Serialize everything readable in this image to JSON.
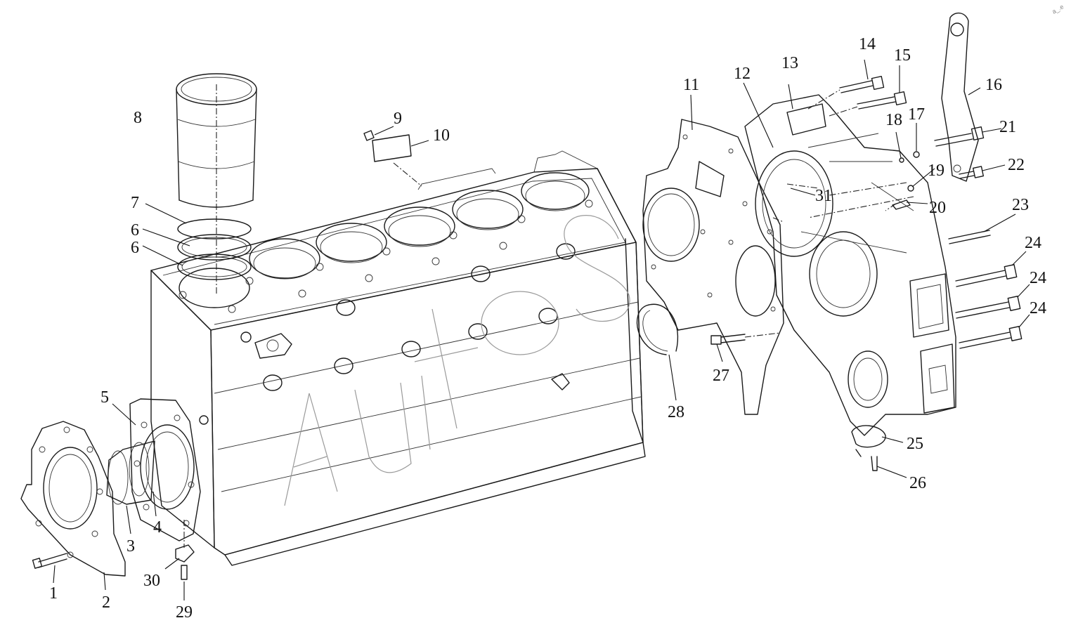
{
  "diagram": {
    "part_numbers": [
      "1",
      "2",
      "3",
      "4",
      "5",
      "6",
      "6",
      "7",
      "8",
      "9",
      "10",
      "11",
      "12",
      "13",
      "14",
      "15",
      "16",
      "17",
      "18",
      "19",
      "20",
      "21",
      "22",
      "23",
      "24",
      "24",
      "24",
      "25",
      "26",
      "27",
      "28",
      "29",
      "30",
      "31"
    ],
    "colors": {
      "line": "#1a1a1a",
      "watermark": "#9a9a9a",
      "background": "#ffffff"
    }
  },
  "watermark": {
    "text": "Autos",
    "corner_mark": "a_.e"
  }
}
